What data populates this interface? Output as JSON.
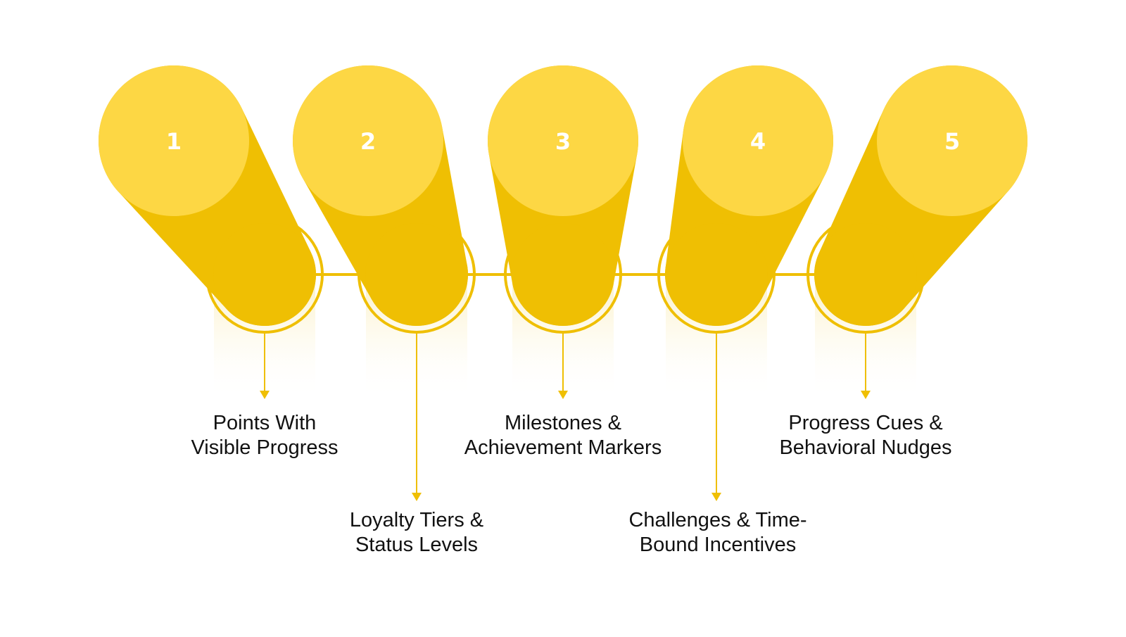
{
  "diagram": {
    "colors": {
      "cap": "#FDD744",
      "body": "#EFBF03",
      "ring": "#EFBF03",
      "glow": "#FBF0C4",
      "text": "#111111",
      "number": "#FFFFFF"
    },
    "steps": [
      {
        "number": "1",
        "label_line1": "Points With",
        "label_line2": "Visible Progress"
      },
      {
        "number": "2",
        "label_line1": "Loyalty Tiers &",
        "label_line2": "Status Levels"
      },
      {
        "number": "3",
        "label_line1": "Milestones &",
        "label_line2": "Achievement Markers"
      },
      {
        "number": "4",
        "label_line1": "Challenges & Time-",
        "label_line2": "Bound Incentives"
      },
      {
        "number": "5",
        "label_line1": "Progress Cues &",
        "label_line2": "Behavioral Nudges"
      }
    ]
  }
}
